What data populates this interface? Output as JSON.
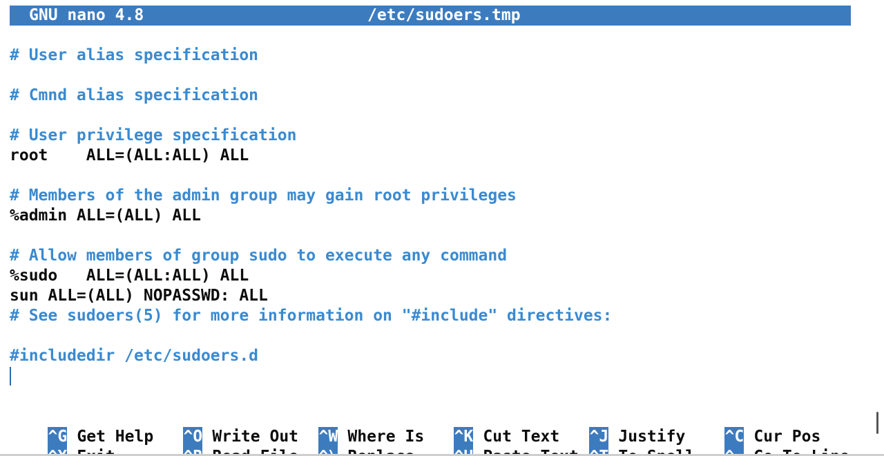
{
  "titlebar": {
    "app": "GNU nano 4.8",
    "filename": "/etc/sudoers.tmp"
  },
  "editor": {
    "lines": [
      {
        "text": "# User alias specification",
        "kind": "comment"
      },
      {
        "text": "",
        "kind": "blank"
      },
      {
        "text": "# Cmnd alias specification",
        "kind": "comment"
      },
      {
        "text": "",
        "kind": "blank"
      },
      {
        "text": "# User privilege specification",
        "kind": "comment"
      },
      {
        "text": "root    ALL=(ALL:ALL) ALL",
        "kind": "code"
      },
      {
        "text": "",
        "kind": "blank"
      },
      {
        "text": "# Members of the admin group may gain root privileges",
        "kind": "comment"
      },
      {
        "text": "%admin ALL=(ALL) ALL",
        "kind": "code"
      },
      {
        "text": "",
        "kind": "blank"
      },
      {
        "text": "# Allow members of group sudo to execute any command",
        "kind": "comment"
      },
      {
        "text": "%sudo   ALL=(ALL:ALL) ALL",
        "kind": "code"
      },
      {
        "text": "sun ALL=(ALL) NOPASSWD: ALL",
        "kind": "code"
      },
      {
        "text": "# See sudoers(5) for more information on \"#include\" directives:",
        "kind": "comment"
      },
      {
        "text": "",
        "kind": "blank"
      },
      {
        "text": "#includedir /etc/sudoers.d",
        "kind": "comment"
      }
    ]
  },
  "shortcuts": {
    "row1": [
      {
        "key": "^G",
        "label": "Get Help"
      },
      {
        "key": "^O",
        "label": "Write Out"
      },
      {
        "key": "^W",
        "label": "Where Is"
      },
      {
        "key": "^K",
        "label": "Cut Text"
      },
      {
        "key": "^J",
        "label": "Justify"
      },
      {
        "key": "^C",
        "label": "Cur Pos"
      }
    ],
    "row2": [
      {
        "key": "^X",
        "label": "Exit"
      },
      {
        "key": "^R",
        "label": "Read File"
      },
      {
        "key": "^\\",
        "label": "Replace"
      },
      {
        "key": "^U",
        "label": "Paste Text"
      },
      {
        "key": "^T",
        "label": "To Spell"
      },
      {
        "key": "^_",
        "label": "Go To Line"
      }
    ]
  },
  "colors": {
    "accent": "#3d7bbf",
    "comment": "#3a8ad0",
    "text": "#0c0c0c",
    "background": "#ffffff"
  }
}
